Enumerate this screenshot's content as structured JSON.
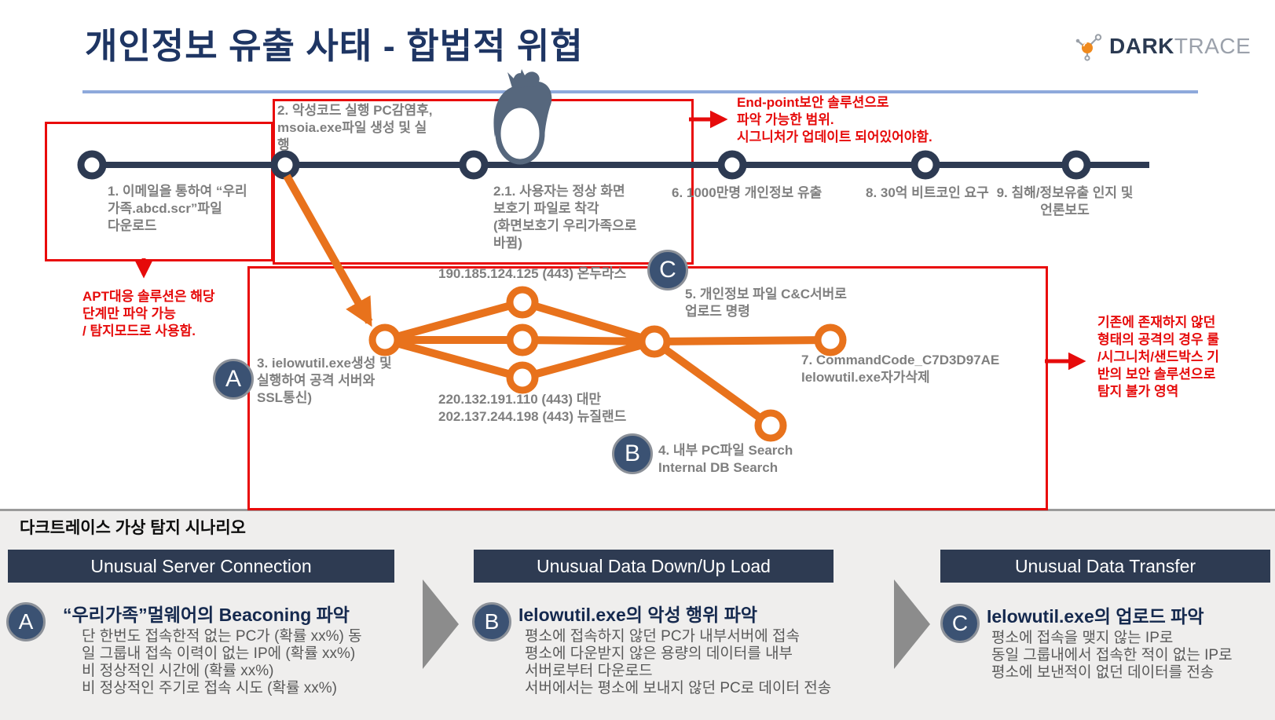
{
  "slide": {
    "title": "개인정보 유출 사태 - 합법적 위협"
  },
  "logo": {
    "dark": "DARK",
    "trace": "TRACE"
  },
  "colors": {
    "title_navy": "#1e3563",
    "timeline_navy": "#2d3a52",
    "orange": "#e8721c",
    "annotation_red": "#e60b0b",
    "label_gray": "#7f7f7f",
    "panel_body_gray": "#595959",
    "badge_navy": "#3b5273",
    "header_bar_navy": "#2e3b52",
    "accent_line_blue": "#8ea9db",
    "strip_gray": "#efeeed"
  },
  "timeline": {
    "step1": "1. 이메일을 통하여 “우리\n가족.abcd.scr”파일\n다운로드",
    "step2": "2. 악성코드 실행 PC감염후,\nmsoia.exe파일 생성 및  실\n행",
    "step21": "2.1. 사용자는 정상  화면\n보호기 파일로 착각\n(화면보호기 우리가족으로\n바뀜)",
    "step6": "6. 1000만명 개인정보 유출",
    "step8": "8. 30억 비트코인 요구",
    "step9": "9. 침해/정보유출 인지 및\n언론보도"
  },
  "network": {
    "ip_honduras": "190.185.124.125 (443) 온두라스",
    "ip_taiwan_nz": "220.132.191.110 (443) 대만\n202.137.244.198 (443) 뉴질랜드",
    "step3": "3. ielowutil.exe생성 및\n실행하여 공격 서버와\nSSL통신)",
    "step4": "4. 내부 PC파일 Search\nInternal DB Search",
    "step5": "5. 개인정보 파일 C&C서버로\n업로드 명령",
    "step7": "7. CommandCode_C7D3D97AE\nIelowutil.exe자가삭제",
    "badge_a": "A",
    "badge_b": "B",
    "badge_c": "C"
  },
  "annotations": {
    "endpoint": "End-point보안 솔루션으로\n파악 가능한 범위.\n시그니처가 업데이트  되어있어야함.",
    "apt": "APT대응 솔루션은 해당\n단계만 파악 가능\n/ 탐지모드로 사용함.",
    "unknown": "기존에 존재하지 않던\n형태의 공격의 경우  룰\n/시그니처/샌드박스  기\n반의 보안 솔루션으로\n탐지 불가 영역"
  },
  "scenario": {
    "title": "다크트레이스 가상 탐지 시나리오",
    "panels": [
      {
        "header": "Unusual Server Connection",
        "badge": "A",
        "title": "“우리가족”멀웨어의 Beaconing 파악",
        "body": "단 한번도 접속한적 없는 PC가 (확률 xx%)  동\n일 그룹내 접속 이력이 없는 IP에 (확률 xx%)\n비 정상적인 시간에 (확률 xx%)\n비 정상적인 주기로 접속 시도 (확률 xx%)"
      },
      {
        "header": "Unusual Data Down/Up Load",
        "badge": "B",
        "title": "Ielowutil.exe의 악성 행위 파악",
        "body": "평소에 접속하지 않던 PC가 내부서버에 접속\n평소에 다운받지 않은 용량의 데이터를 내부\n서버로부터  다운로드\n서버에서는 평소에 보내지 않던 PC로 데이터 전송"
      },
      {
        "header": "Unusual Data Transfer",
        "badge": "C",
        "title": "Ielowutil.exe의 업로드 파악",
        "body": "평소에 접속을 맺지 않는 IP로\n동일 그룹내에서 접속한 적이 없는 IP로\n평소에 보낸적이 없던 데이터를 전송"
      }
    ]
  }
}
